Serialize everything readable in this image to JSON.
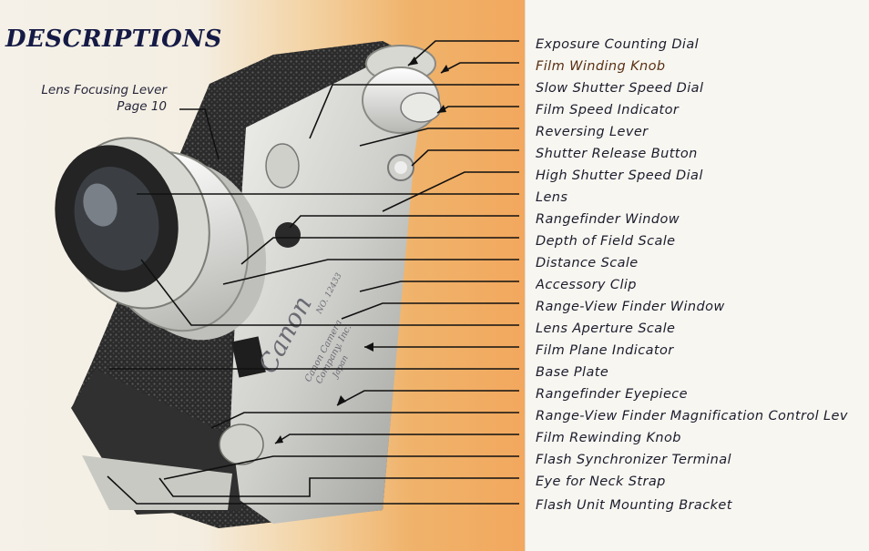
{
  "title": "DESCRIPTIONS",
  "focus_label": {
    "line1": "Lens Focusing Lever",
    "line2": "Page 10"
  },
  "camera_marks": {
    "brand": "Canon",
    "company_line1": "Canon Camera",
    "company_line2": "Company, Inc.",
    "origin": "Japan",
    "serial": "NO. 12433"
  },
  "items": [
    {
      "label": "Exposure Counting Dial",
      "dots": true
    },
    {
      "label": "Film Winding Knob",
      "dots": true
    },
    {
      "label": "Slow Shutter Speed Dial",
      "dots": true
    },
    {
      "label": "Film Speed Indicator",
      "dots": true
    },
    {
      "label": "Reversing Lever",
      "dots": true
    },
    {
      "label": "Shutter Release Button",
      "dots": true
    },
    {
      "label": "High Shutter Speed Dial",
      "dots": true
    },
    {
      "label": "Lens",
      "dots": true
    },
    {
      "label": "Rangefinder Window",
      "dots": false
    },
    {
      "label": "Depth of Field Scale",
      "dots": true
    },
    {
      "label": "Distance Scale",
      "dots": true
    },
    {
      "label": "Accessory Clip",
      "dots": true
    },
    {
      "label": "Range-View Finder Window",
      "dots": false
    },
    {
      "label": "Lens Aperture Scale",
      "dots": true
    },
    {
      "label": "Film Plane Indicator",
      "dots": true
    },
    {
      "label": "Base Plate",
      "dots": true
    },
    {
      "label": "Rangefinder Eyepiece",
      "dots": true
    },
    {
      "label": "Range-View Finder Magnification Control Lev",
      "dots": false
    },
    {
      "label": "Film Rewinding Knob",
      "dots": true
    },
    {
      "label": "Flash Synchronizer Terminal",
      "dots": true
    },
    {
      "label": "Eye for Neck Strap",
      "dots": false
    },
    {
      "label": "Flash Unit Mounting Bracket",
      "dots": true
    }
  ]
}
